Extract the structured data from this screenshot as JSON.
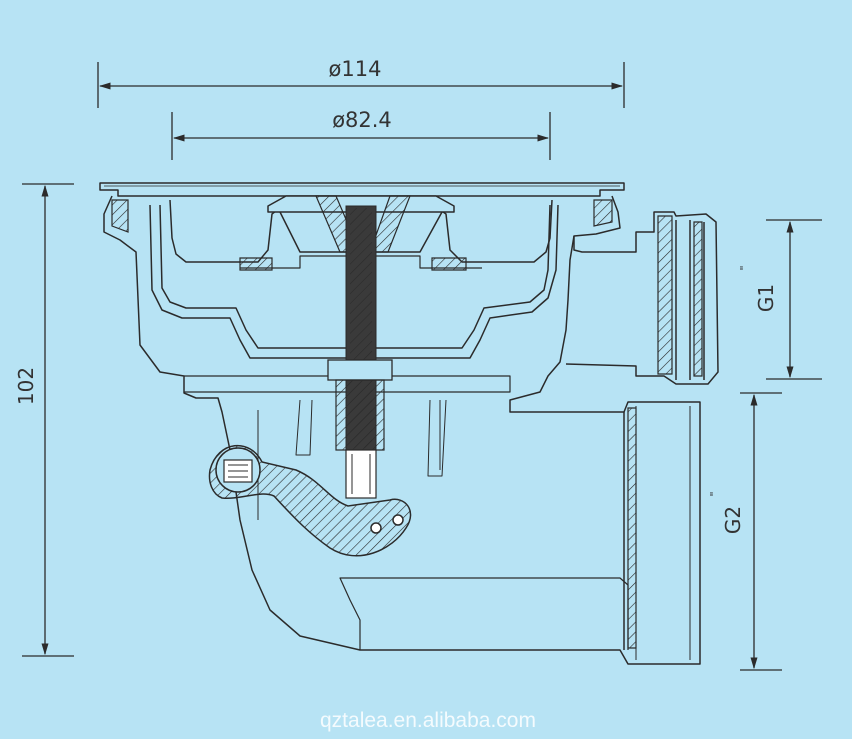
{
  "dimensions": {
    "outer_diameter": "ø114",
    "inner_diameter": "ø82.4",
    "height": "102",
    "thread_g1": "G1",
    "thread_g2": "G2",
    "inch_mark": "\""
  },
  "watermark": "qztalea.en.alibaba.com",
  "colors": {
    "background": "#b7e3f4",
    "line": "#2b2b2b"
  }
}
